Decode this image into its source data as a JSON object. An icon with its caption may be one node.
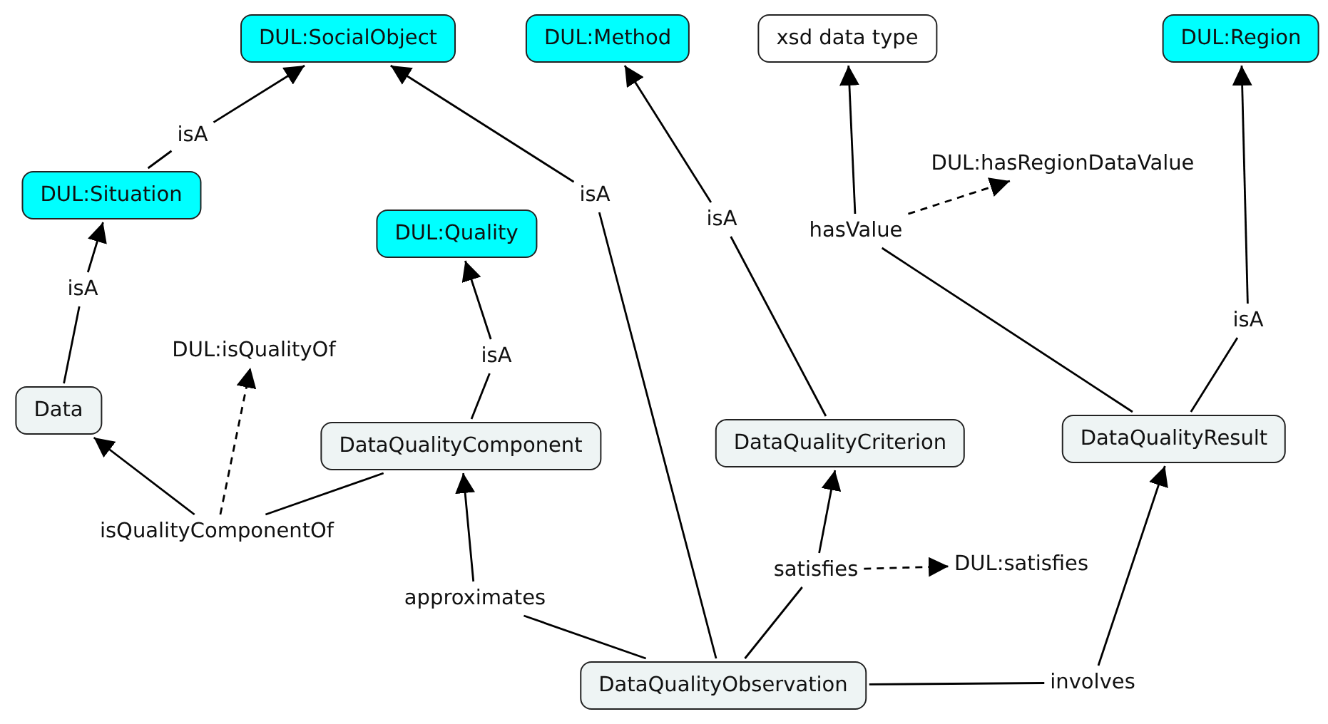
{
  "diagram": {
    "nodes": [
      {
        "text": [
          "DUL:SocialObject"
        ]
      },
      {
        "text": [
          "DUL:Method"
        ]
      },
      {
        "text": [
          "xsd data type"
        ]
      },
      {
        "text": [
          "DUL:Region"
        ]
      },
      {
        "text": [
          "DUL:Situation"
        ]
      },
      {
        "text": [
          "DUL:Quality"
        ]
      },
      {
        "text": [
          "DUL:hasRegionDataValue"
        ]
      },
      {
        "text": [
          "DUL:isQualityOf"
        ]
      },
      {
        "text": [
          "Data"
        ]
      },
      {
        "text": [
          "DataQualityComponent"
        ]
      },
      {
        "text": [
          "DataQualityCriterion"
        ]
      },
      {
        "text": [
          "DataQualityResult"
        ]
      },
      {
        "text": [
          "DUL:satisfies"
        ]
      },
      {
        "text": [
          "DataQualityObservation"
        ]
      },
      {
        "text": [
          "isA"
        ]
      },
      {
        "text": [
          "isA"
        ]
      },
      {
        "text": [
          "isA"
        ]
      },
      {
        "text": [
          "isA"
        ]
      },
      {
        "text": [
          "hasValue"
        ]
      },
      {
        "text": [
          "isA"
        ]
      },
      {
        "text": [
          "isA"
        ]
      },
      {
        "text": [
          "isQualityComponentOf"
        ]
      },
      {
        "text": [
          "approximates"
        ]
      },
      {
        "text": [
          "satisfies"
        ]
      },
      {
        "text": [
          "involves"
        ]
      }
    ],
    "edges": [
      {
        "from": 4,
        "to": 14,
        "arrow": "none"
      },
      {
        "from": 14,
        "to": 0,
        "arrow": "to"
      },
      {
        "from": 8,
        "to": 15,
        "arrow": "none"
      },
      {
        "from": 15,
        "to": 4,
        "arrow": "to"
      },
      {
        "from": 13,
        "to": 16,
        "arrow": "none"
      },
      {
        "from": 16,
        "to": 0,
        "arrow": "to"
      },
      {
        "from": 10,
        "to": 17,
        "arrow": "none"
      },
      {
        "from": 17,
        "to": 1,
        "arrow": "to"
      },
      {
        "from": 11,
        "to": 18,
        "arrow": "none"
      },
      {
        "from": 18,
        "to": 2,
        "arrow": "to"
      },
      {
        "from": 18,
        "to": 6,
        "arrow": "to",
        "style": "dashed"
      },
      {
        "from": 11,
        "to": 19,
        "arrow": "none"
      },
      {
        "from": 19,
        "to": 3,
        "arrow": "to"
      },
      {
        "from": 9,
        "to": 20,
        "arrow": "none"
      },
      {
        "from": 20,
        "to": 5,
        "arrow": "to"
      },
      {
        "from": 9,
        "to": 21,
        "arrow": "none"
      },
      {
        "from": 21,
        "to": 8,
        "arrow": "to"
      },
      {
        "from": 21,
        "to": 7,
        "arrow": "to",
        "style": "dashed"
      },
      {
        "from": 13,
        "to": 22,
        "arrow": "none"
      },
      {
        "from": 22,
        "to": 9,
        "arrow": "to"
      },
      {
        "from": 13,
        "to": 23,
        "arrow": "none"
      },
      {
        "from": 23,
        "to": 10,
        "arrow": "to"
      },
      {
        "from": 23,
        "to": 12,
        "arrow": "to",
        "style": "dashed"
      },
      {
        "from": 13,
        "to": 24,
        "arrow": "none"
      },
      {
        "from": 24,
        "to": 11,
        "arrow": "to"
      }
    ]
  }
}
